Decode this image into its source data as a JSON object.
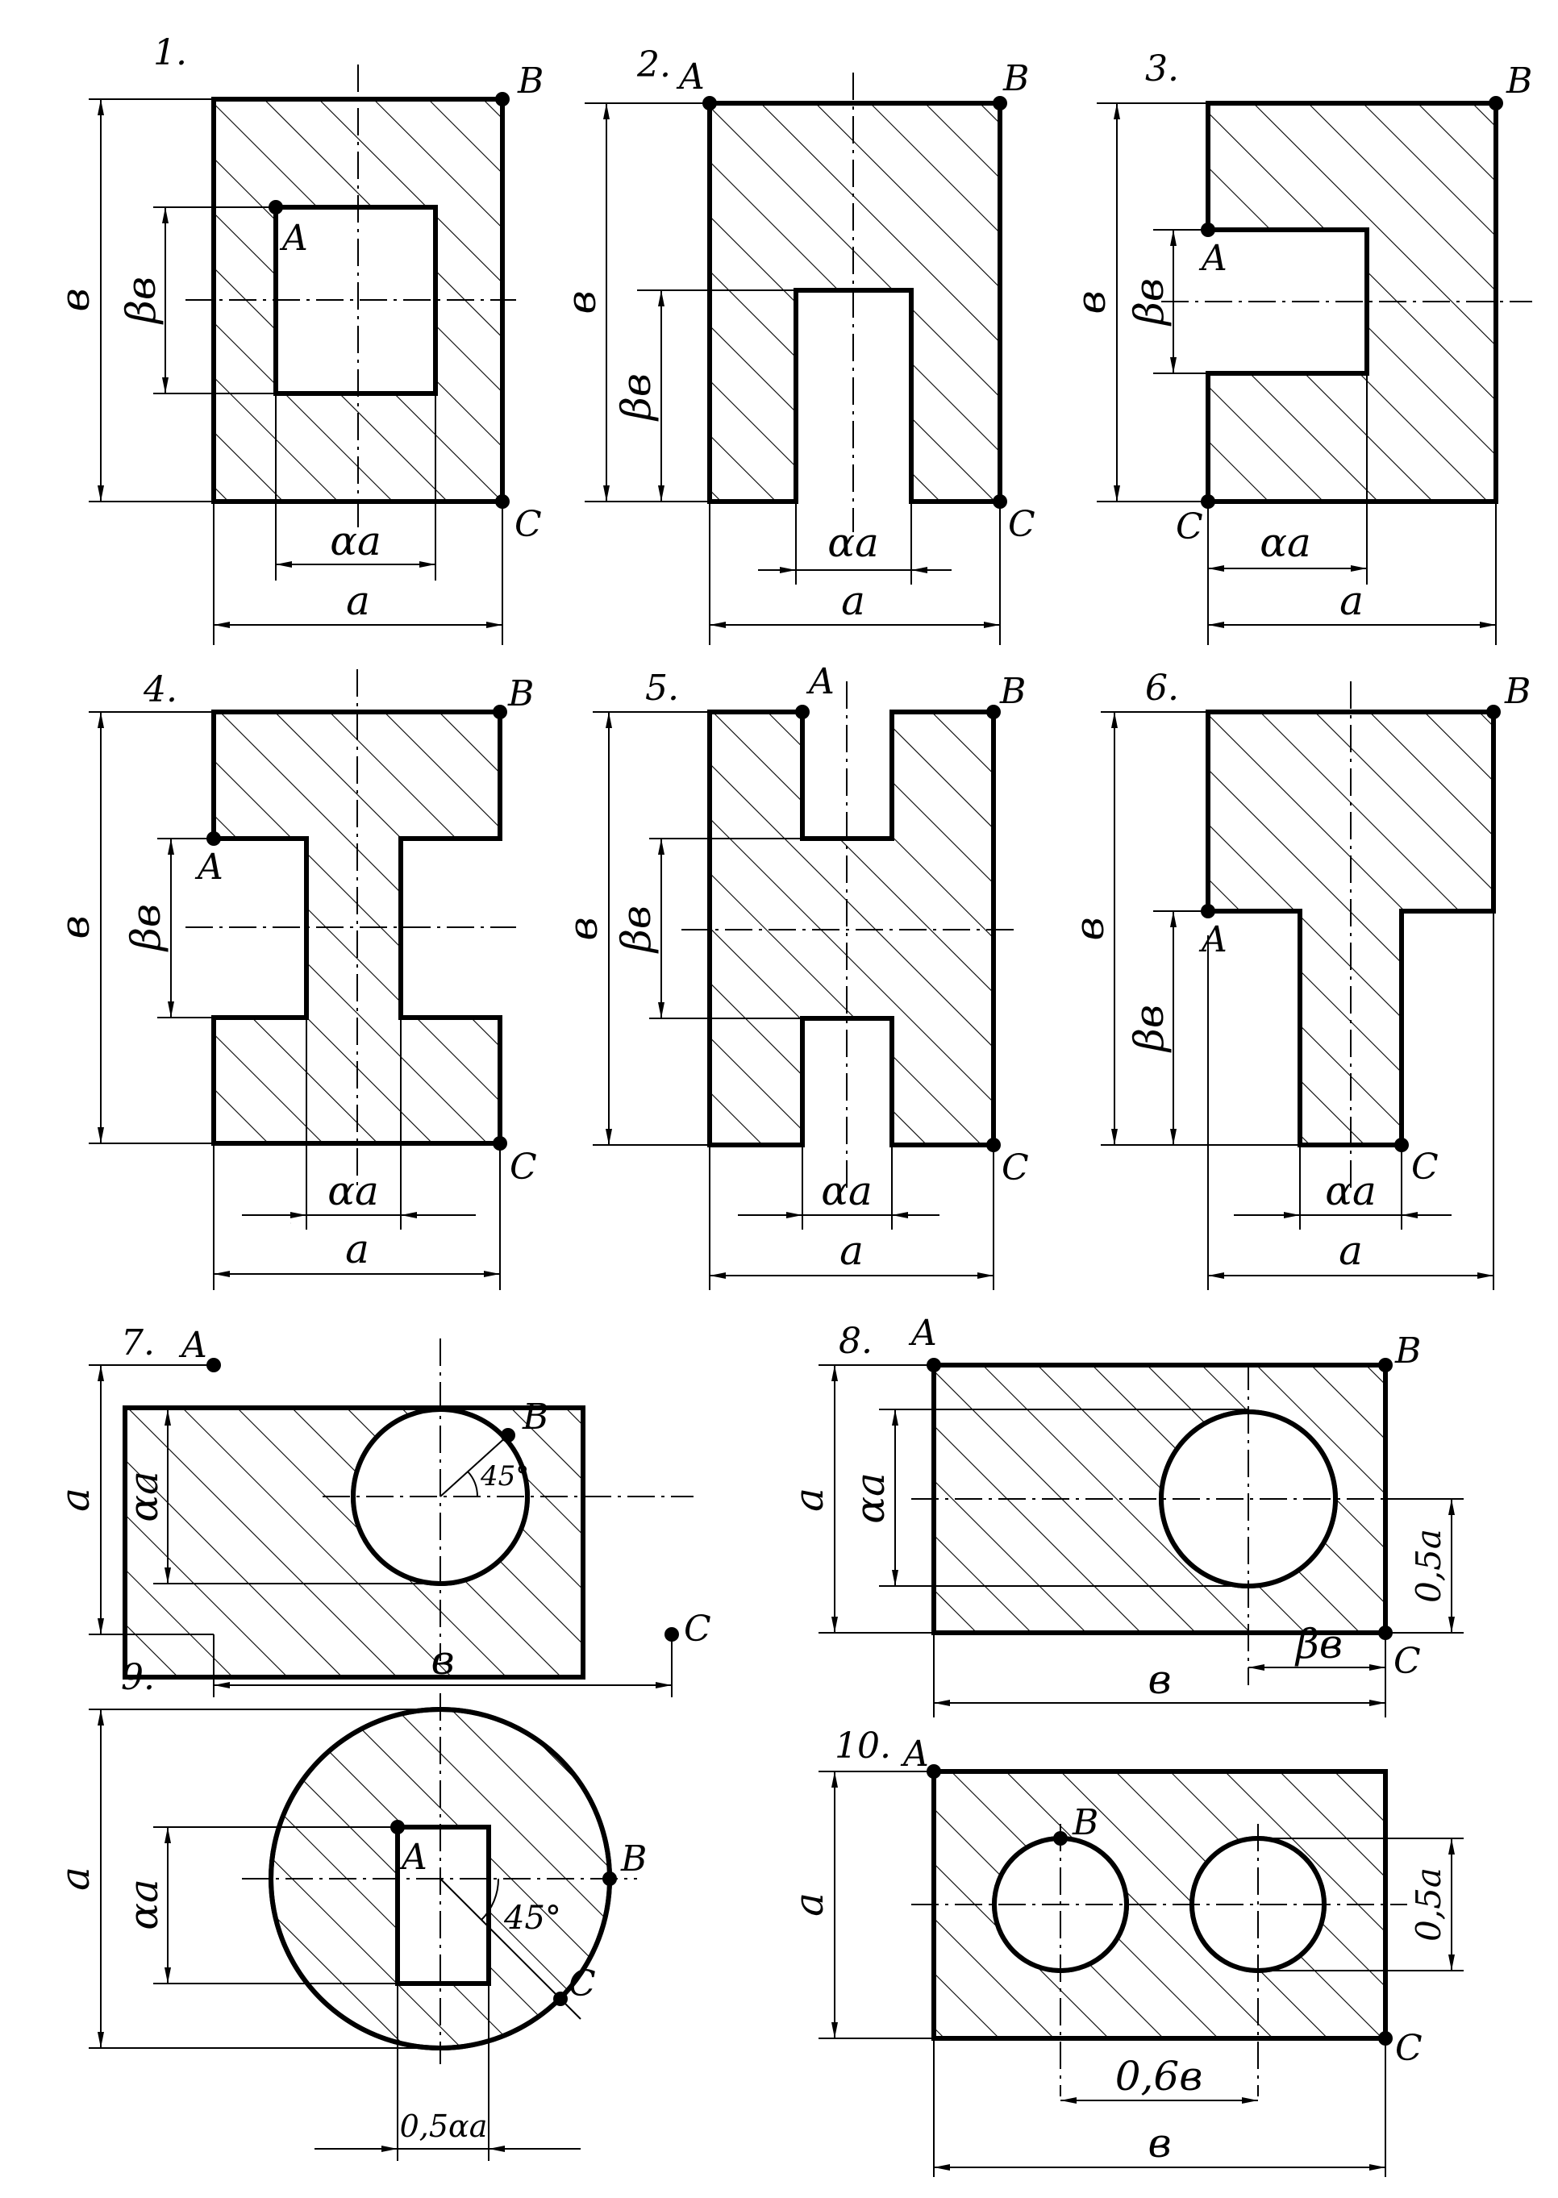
{
  "figures": [
    {
      "num": "1.",
      "labels": {
        "A": "A",
        "B": "B",
        "C": "C"
      },
      "dims": {
        "b": "в",
        "beta_b": "βв",
        "alpha_a": "αa",
        "a": "a"
      }
    },
    {
      "num": "2.",
      "labels": {
        "A": "A",
        "B": "B",
        "C": "C"
      },
      "dims": {
        "b": "в",
        "beta_b": "βв",
        "alpha_a": "αa",
        "a": "a"
      }
    },
    {
      "num": "3.",
      "labels": {
        "A": "A",
        "B": "B",
        "C": "C"
      },
      "dims": {
        "b": "в",
        "beta_b": "βв",
        "alpha_a": "αa",
        "a": "a"
      }
    },
    {
      "num": "4.",
      "labels": {
        "A": "A",
        "B": "B",
        "C": "C"
      },
      "dims": {
        "b": "в",
        "beta_b": "βв",
        "alpha_a": "αa",
        "a": "a"
      }
    },
    {
      "num": "5.",
      "labels": {
        "A": "A",
        "B": "B",
        "C": "C"
      },
      "dims": {
        "b": "в",
        "beta_b": "βв",
        "alpha_a": "αa",
        "a": "a"
      }
    },
    {
      "num": "6.",
      "labels": {
        "A": "A",
        "B": "B",
        "C": "C"
      },
      "dims": {
        "b": "в",
        "beta_b": "βв",
        "alpha_a": "αa",
        "a": "a"
      }
    },
    {
      "num": "7.",
      "labels": {
        "A": "A",
        "B": "B",
        "C": "C"
      },
      "dims": {
        "a": "a",
        "alpha_a": "αa",
        "b": "в",
        "angle": "45°"
      }
    },
    {
      "num": "8.",
      "labels": {
        "A": "A",
        "B": "B",
        "C": "C"
      },
      "dims": {
        "a": "a",
        "alpha_a": "αa",
        "half_a": "0,5a",
        "b": "в",
        "beta_b": "βв"
      }
    },
    {
      "num": "9.",
      "labels": {
        "A": "A",
        "B": "B",
        "C": "C"
      },
      "dims": {
        "a": "a",
        "alpha_a": "αa",
        "angle": "45°",
        "half_alpha_a": "0,5αa"
      }
    },
    {
      "num": "10.",
      "labels": {
        "A": "A",
        "B": "B",
        "C": "C"
      },
      "dims": {
        "a": "a",
        "half_a": "0,5a",
        "point_six_b": "0,6в",
        "b": "в"
      }
    }
  ]
}
